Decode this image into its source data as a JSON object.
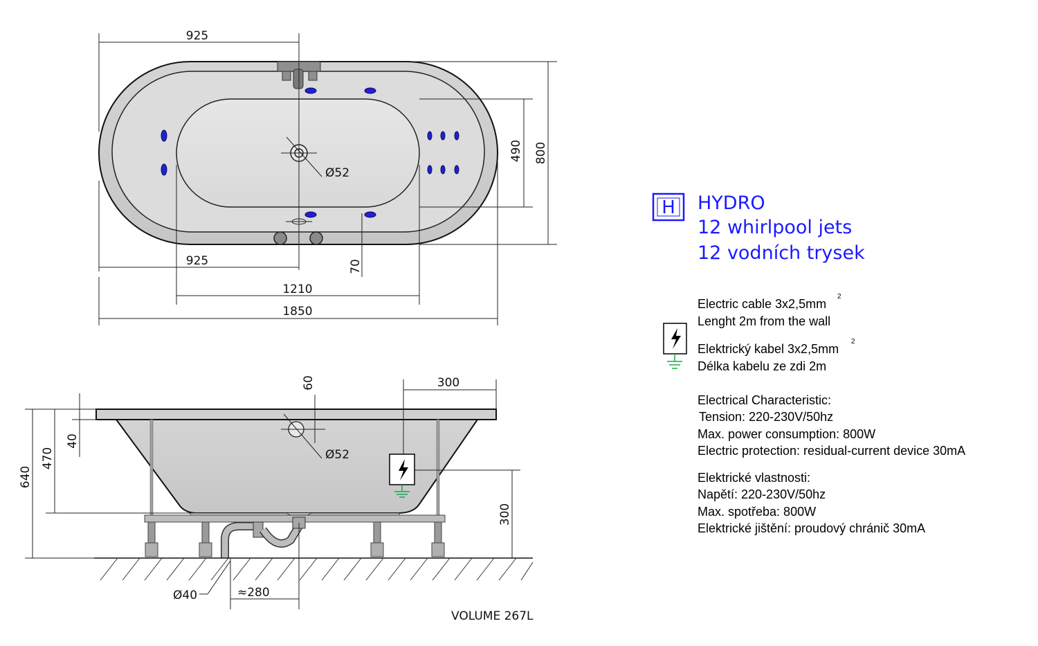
{
  "top_view": {
    "dim_half_top": "925",
    "dim_half_bottom": "925",
    "dim_inner_length": "1210",
    "dim_total_length": "1850",
    "dim_inner_width": "490",
    "dim_total_width": "800",
    "dim_offset": "70",
    "dim_drain": "Ø52"
  },
  "side_view": {
    "dim_rim": "60",
    "dim_panel": "300",
    "dim_edge": "40",
    "dim_depth": "470",
    "dim_total_height": "640",
    "dim_drain": "Ø52",
    "dim_pump_height": "300",
    "dim_waste": "Ø40",
    "dim_waste_distance": "≈280",
    "volume": "VOLUME 267L"
  },
  "hydro": {
    "badge": "H",
    "lines": [
      "HYDRO",
      "12 whirlpool jets",
      "12 vodních trysek"
    ]
  },
  "electrical": {
    "cable_en_prefix": "Electric cable 3x2,5mm",
    "cable_en_sup": "2",
    "length_en": "Lenght 2m from the wall",
    "cable_cz_prefix": "Elektrický kabel 3x2,5mm",
    "cable_cz_sup": "2",
    "length_cz": "Délka kabelu ze zdi 2m",
    "char_en": [
      "Electrical Characteristic:",
      "Tension: 220-230V/50hz",
      "Max. power consumption: 800W",
      "Electric protection: residual-current device 30mA"
    ],
    "char_cz": [
      "Elektrické vlastnosti:",
      "Napětí: 220-230V/50hz",
      "Max. spotřeba: 800W",
      "Elektrické jištění: proudový chránič 30mA"
    ]
  },
  "colors": {
    "jet": "#2222cc",
    "hydro_text": "#1a1aff",
    "ground": "#1aa84a"
  }
}
